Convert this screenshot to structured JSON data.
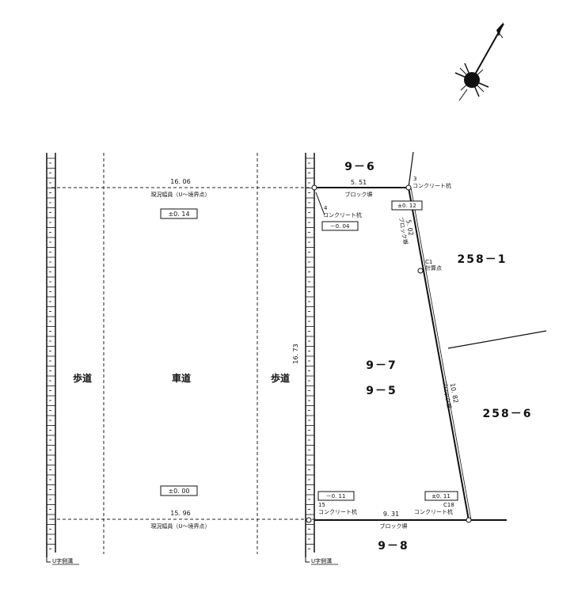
{
  "lot_labels": {
    "top": "9－6",
    "main_a": "9－7",
    "main_b": "9－5",
    "bottom": "9－8",
    "right_upper": "258－1",
    "right_lower": "258－6"
  },
  "road_labels": {
    "sidewalk_left": "歩道",
    "roadway": "車道",
    "sidewalk_right": "歩道",
    "gutter_left": "U字側溝",
    "gutter_right": "U字側溝"
  },
  "dimensions": {
    "road_top": "16. 06",
    "road_top_note": "現況幅員（U～境界点）",
    "road_bottom": "15. 96",
    "road_bottom_note": "現況幅員（U～境界点）",
    "top_edge": "5. 51",
    "bottom_edge": "9. 31",
    "left_edge": "16. 73",
    "right_upper_edge": "5. 02",
    "right_lower_edge": "10. 82"
  },
  "wall_labels": {
    "top": "ブロック塀",
    "bottom": "ブロック塀",
    "right_upper": "ブロック塀",
    "right_lower": "ブロック塀"
  },
  "points": {
    "p3_num": "3",
    "p3_type": "コンクリート杭",
    "p4_num": "4",
    "p4_type": "コンクリート杭",
    "pC1_num": "C1",
    "pC1_type": "計算点",
    "p15_num": "15",
    "p15_type": "コンクリート杭",
    "pC18_num": "C18",
    "pC18_type": "コンクリート杭"
  },
  "elevations": {
    "road_top": "±0. 14",
    "road_bottom": "±0. 00",
    "p3": "±0. 12",
    "p4": "－0. 04",
    "p15": "－0. 11",
    "pC18": "±0. 11"
  }
}
